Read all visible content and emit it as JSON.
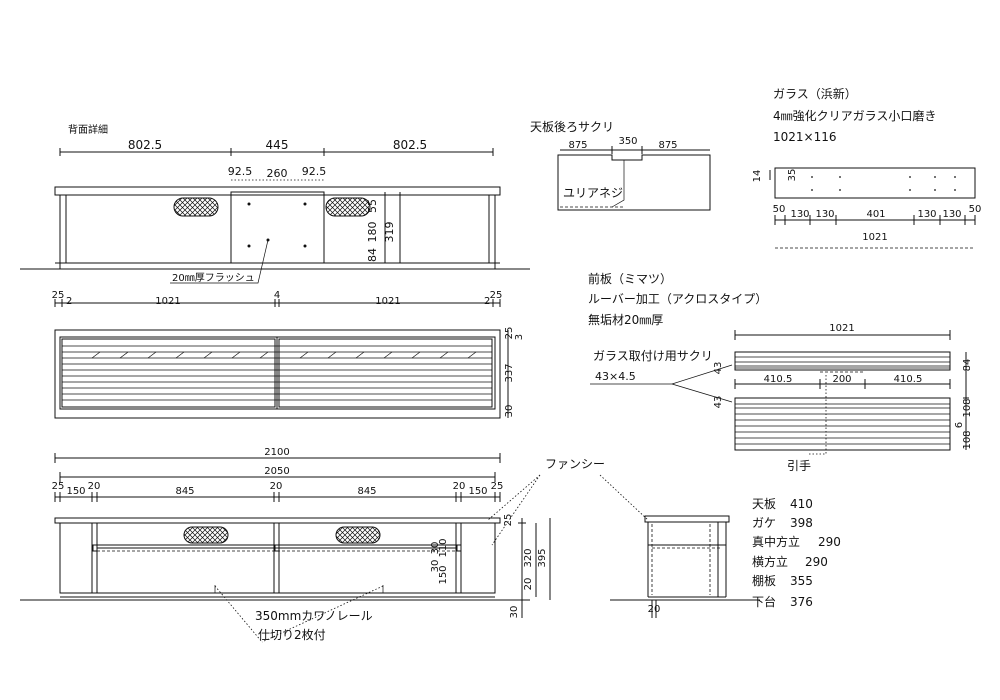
{
  "back_detail": {
    "title": "背面詳細",
    "dims": [
      "802.5",
      "445",
      "802.5"
    ],
    "sub_dims": [
      "92.5",
      "260",
      "92.5"
    ],
    "v_dims": [
      "55",
      "180",
      "319",
      "84"
    ],
    "flush_label": "20㎜厚フラッシュ"
  },
  "front_view": {
    "dims": [
      "25",
      "2",
      "1021",
      "4",
      "1021",
      "25",
      "2"
    ],
    "v_dims": [
      "25",
      "337",
      "30",
      "3"
    ]
  },
  "section_view": {
    "dims_total": [
      "2100",
      "2050"
    ],
    "dims": [
      "25",
      "150",
      "20",
      "845",
      "20",
      "845",
      "20",
      "150",
      "25"
    ],
    "v_dims": [
      "25",
      "30",
      "110",
      "320",
      "395",
      "30",
      "150",
      "20",
      "30"
    ],
    "fancy_label": "ファンシー",
    "rail_label_1": "350mmカワノレール",
    "rail_label_2": "仕切り2枚付"
  },
  "side_view": {
    "dim_bottom": "20"
  },
  "top_plate": {
    "title": "天板後ろサクリ",
    "dims": [
      "875",
      "350",
      "875"
    ],
    "screw_label": "ユリアネジ"
  },
  "glass": {
    "title": "ガラス（浜新）",
    "spec": "4㎜強化クリアガラス小口磨き",
    "size": "1021×116",
    "v_dims": [
      "14",
      "35"
    ],
    "dims": [
      "50",
      "130",
      "130",
      "401",
      "130",
      "130",
      "50"
    ],
    "total": "1021"
  },
  "front_panel": {
    "title": "前板（ミマツ）",
    "process": "ルーバー加工（アクロスタイプ）",
    "material": "無垢材20㎜厚",
    "groove_label": "ガラス取付け用サクリ",
    "groove_size": "43×4.5",
    "dims_top": "1021",
    "dims": [
      "410.5",
      "200",
      "410.5"
    ],
    "v_dims": [
      "43",
      "84",
      "43",
      "108",
      "108",
      "6"
    ],
    "handle_label": "引手"
  },
  "parts_list": [
    {
      "name": "天板",
      "value": "410"
    },
    {
      "name": "ガケ",
      "value": "398"
    },
    {
      "name": "真中方立",
      "value": "290"
    },
    {
      "name": "横方立",
      "value": "290"
    },
    {
      "name": "棚板",
      "value": "355"
    },
    {
      "name": "下台",
      "value": "376"
    }
  ]
}
